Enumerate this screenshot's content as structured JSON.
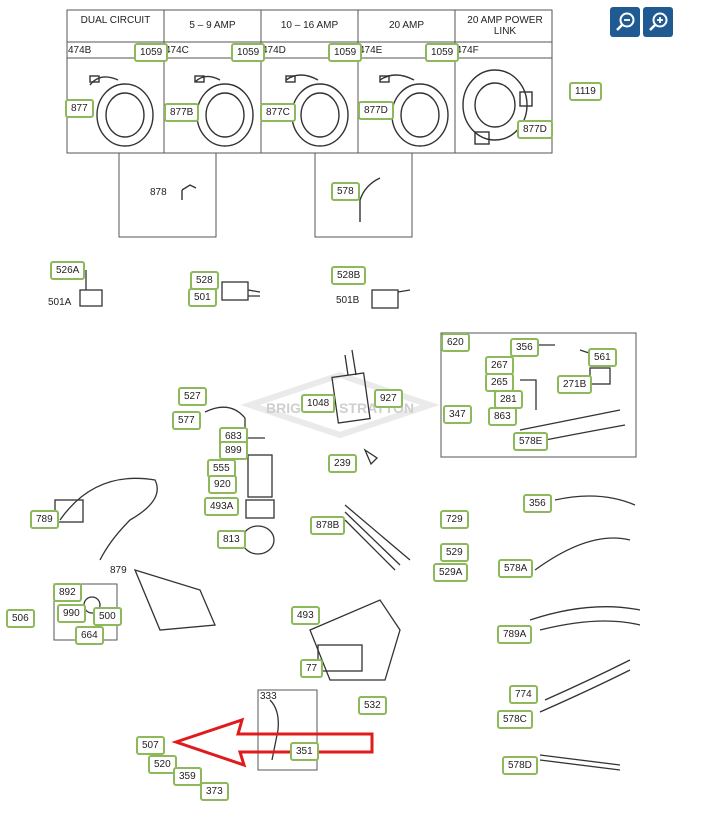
{
  "zoom": {
    "out_icon": "zoom-out-icon",
    "in_icon": "zoom-in-icon"
  },
  "table": {
    "headers": [
      "DUAL CIRCUIT",
      "5 – 9 AMP",
      "10 – 16 AMP",
      "20 AMP",
      "20 AMP POWER LINK"
    ],
    "codes": [
      "474B",
      "474C",
      "474D",
      "474E",
      "474F"
    ],
    "bolt_code": "1059"
  },
  "watermark": "BRIGGS & STRATTON",
  "parts": [
    "877",
    "877B",
    "877C",
    "877D",
    "877D",
    "1119",
    "878",
    "578",
    "526A",
    "501A",
    "528",
    "501",
    "528B",
    "501B",
    "527",
    "577",
    "683",
    "899",
    "555",
    "920",
    "493A",
    "813",
    "789",
    "879",
    "892",
    "990",
    "500",
    "506",
    "664",
    "1048",
    "927",
    "239",
    "878B",
    "493",
    "77",
    "532",
    "333",
    "507",
    "520",
    "359",
    "373",
    "351",
    "620",
    "356",
    "561",
    "267",
    "265",
    "271B",
    "281",
    "347",
    "863",
    "578E",
    "356",
    "729",
    "529",
    "529A",
    "578A",
    "789A",
    "774",
    "578C",
    "578D"
  ],
  "annotation": {
    "color": "#e01b1b",
    "target": "507"
  }
}
